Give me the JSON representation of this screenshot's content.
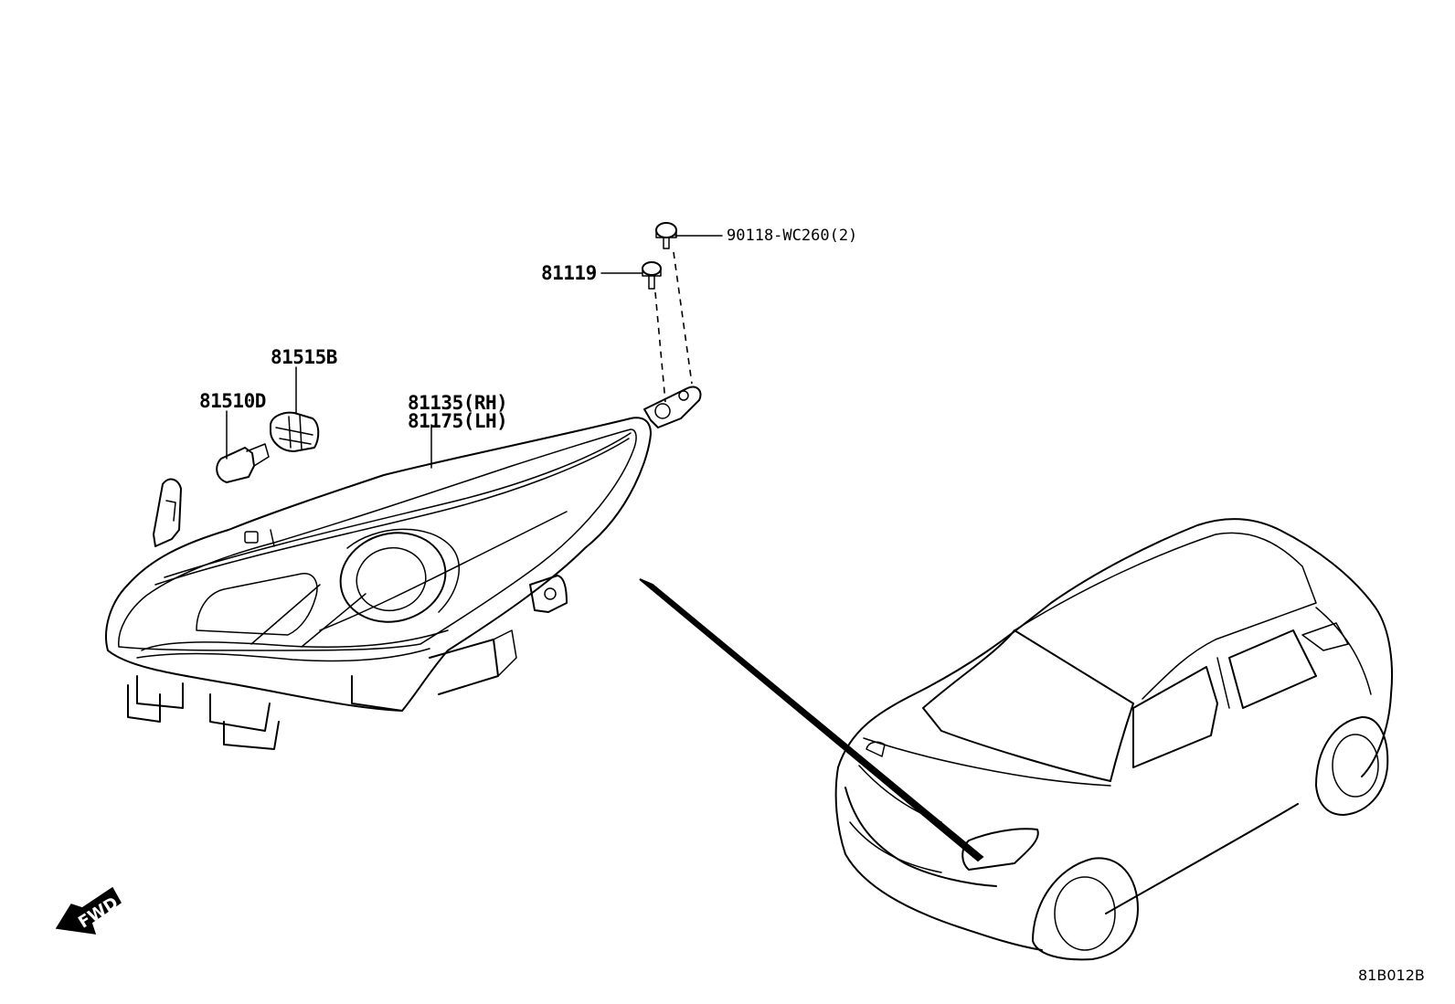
{
  "parts": {
    "bolt": "90118-WC260(2)",
    "screw": "81119",
    "socket": "81515B",
    "bulb": "81510D",
    "headlamp_rh": "81135(RH)",
    "headlamp_lh": "81175(LH)"
  },
  "fwd_label": "FWD",
  "diagram_code": "81B012B",
  "colors": {
    "line": "#000000",
    "background": "#ffffff"
  }
}
